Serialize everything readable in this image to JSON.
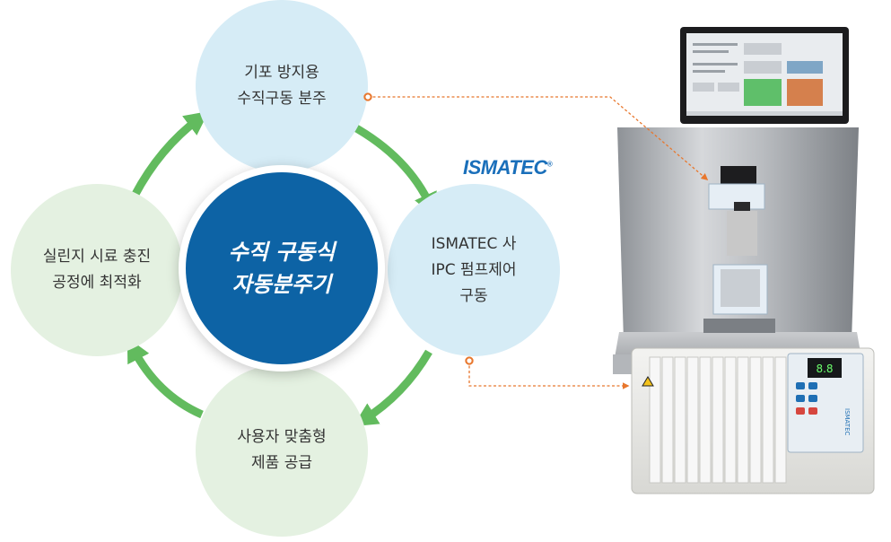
{
  "diagram": {
    "center_line1": "수직 구동식",
    "center_line2": "자동분주기",
    "nodes": {
      "top": {
        "line1": "기포 방지용",
        "line2": "수직구동 분주"
      },
      "right": {
        "line1": "ISMATEC 사",
        "line2": "IPC 펌프제어",
        "line3": "구동"
      },
      "bottom": {
        "line1": "사용자 맞춤형",
        "line2": "제품 공급"
      },
      "left": {
        "line1": "실린지 시료 충진",
        "line2": "공정에 최적화"
      }
    },
    "brand": "ISMATEC",
    "brand_mark": "®"
  },
  "product_photo": {
    "tablet_screen_buttons": [
      "",
      "",
      "",
      "",
      "",
      "",
      ""
    ],
    "device_brand_label": "ISMATEC"
  },
  "colors": {
    "center": "#0d63a5",
    "node_blue": "#d6ecf6",
    "node_green": "#e4f1e1",
    "arrow": "#62bb5e",
    "connector": "#e8772d",
    "brand": "#1a6fba"
  },
  "icons": [
    "cycle-arrow-icon",
    "warning-triangle-icon"
  ]
}
